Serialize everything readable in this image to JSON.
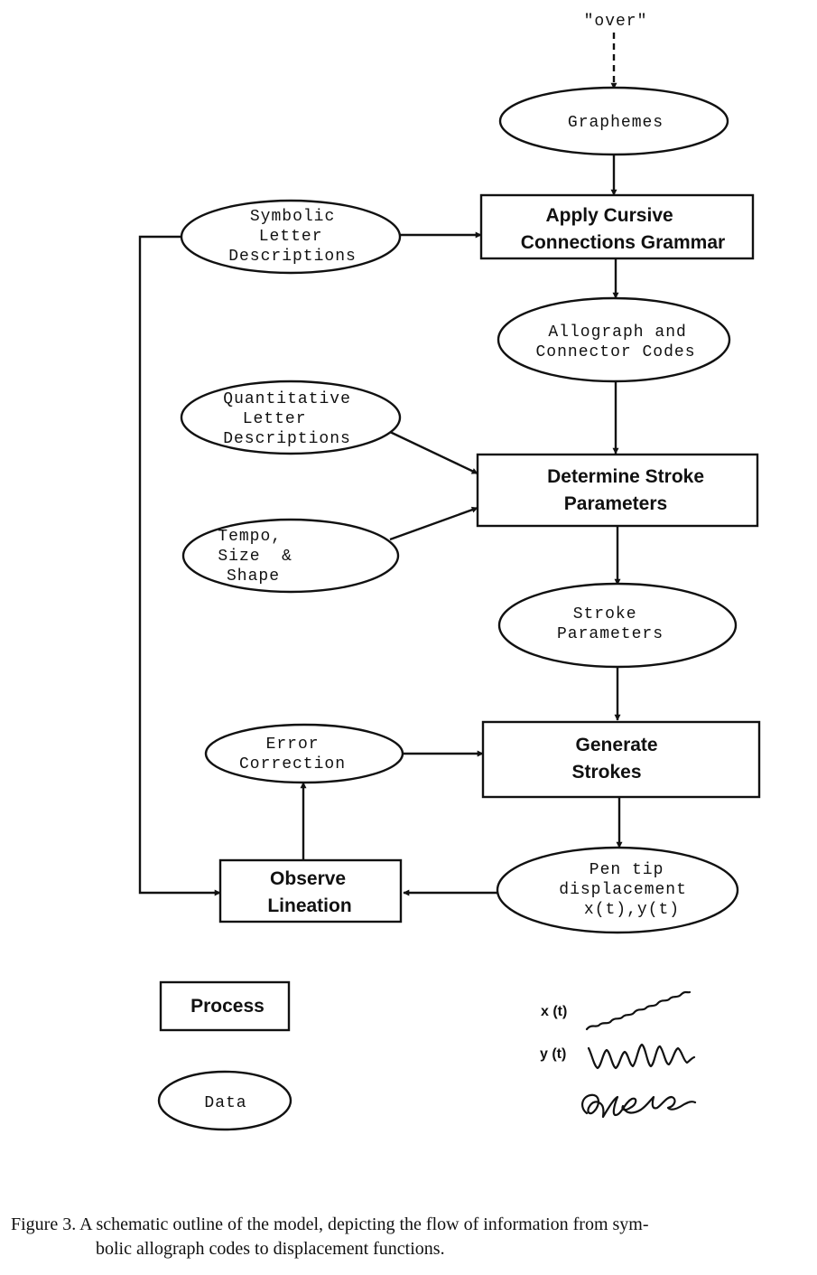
{
  "input_label": "\"over\"",
  "data_nodes": {
    "graphemes": [
      "Graphemes"
    ],
    "allograph_codes": [
      "Allograph and",
      "Connector Codes"
    ],
    "stroke_parameters": [
      "Stroke",
      "Parameters"
    ],
    "pen_tip": [
      "Pen tip",
      "displacement",
      "x(t),y(t)"
    ],
    "symbolic": [
      "Symbolic",
      "Letter",
      "Descriptions"
    ],
    "quantitative": [
      "Quantitative",
      "Letter",
      "Descriptions"
    ],
    "tempo": [
      "Tempo,",
      "Size  &",
      "Shape"
    ],
    "error": [
      "Error",
      "Correction"
    ]
  },
  "process_nodes": {
    "cursive": [
      "Apply Cursive",
      "Connections Grammar"
    ],
    "determine": [
      "Determine Stroke",
      "Parameters"
    ],
    "generate": [
      "Generate",
      "Strokes"
    ],
    "observe": [
      "Observe",
      "Lineation"
    ]
  },
  "legend": {
    "process": "Process",
    "data": "Data",
    "xt": "x (t)",
    "yt": "y (t)"
  },
  "caption": {
    "line1": "Figure 3. A schematic outline of the model, depicting the flow of information from sym-",
    "line2": "bolic allograph codes to displacement functions."
  }
}
